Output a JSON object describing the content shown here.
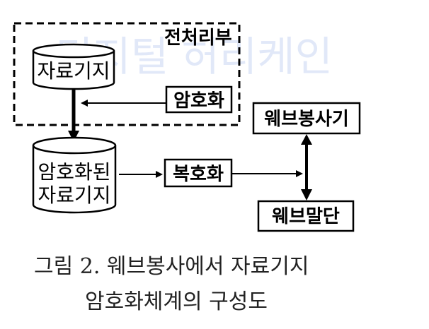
{
  "watermark": "디지털 허리케인",
  "nodes": {
    "preprocess_group": "전처리부",
    "data_store": "자료기지",
    "encrypt": "암호화",
    "encrypted_store_line1": "암호화된",
    "encrypted_store_line2": "자료기지",
    "decrypt": "복호화",
    "web_server": "웨브봉사기",
    "web_terminal": "웨브말단"
  },
  "caption": {
    "line1": "그림 2. 웨브봉사에서 자료기지",
    "line2": "암호화체계의 구성도"
  }
}
